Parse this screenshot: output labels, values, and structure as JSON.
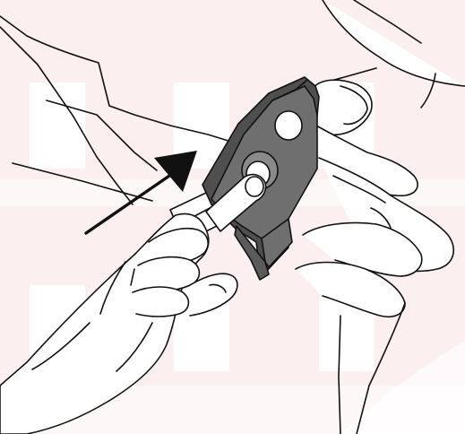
{
  "figure": {
    "kind": "instruction-illustration",
    "colors": {
      "background": "#ffffff",
      "watermark": "#f9e7e9",
      "line": "#111111",
      "bracket_fill": "#6f6f6f",
      "bracket_shadow": "#4f4f4f",
      "hand_fill": "#ffffff"
    },
    "parts": {
      "bracket": "connector-bracket",
      "tube": "tube",
      "arrow": "insert-direction-arrow",
      "hands": [
        "left-hand",
        "right-hand"
      ]
    }
  }
}
